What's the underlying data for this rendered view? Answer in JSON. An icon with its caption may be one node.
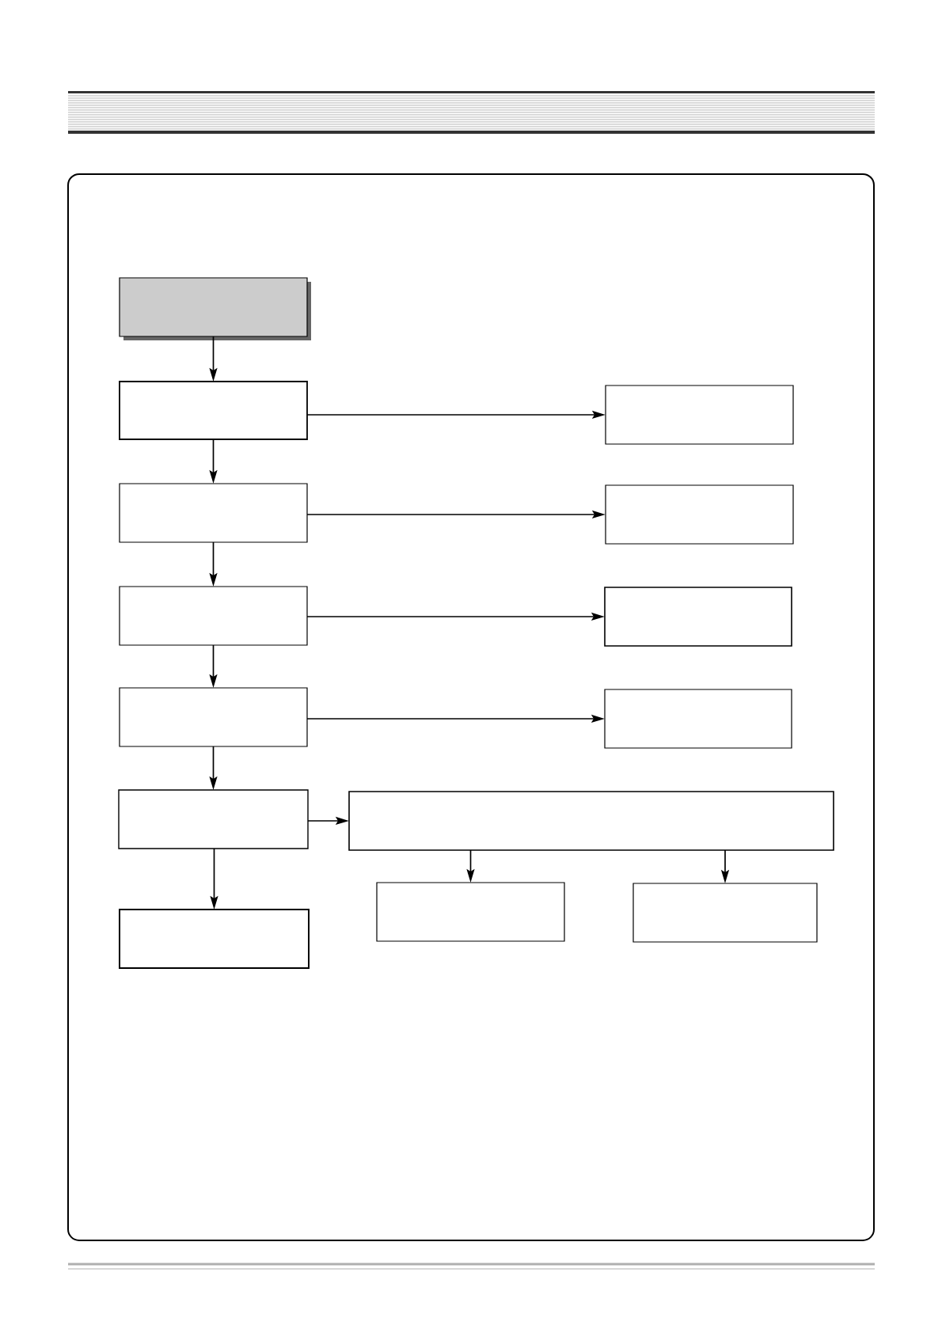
{
  "diagram": {
    "nodes": [
      {
        "text": [],
        "shape": "box"
      },
      {
        "text": [],
        "shape": "box"
      },
      {
        "text": [],
        "shape": "box"
      },
      {
        "text": [],
        "shape": "box"
      },
      {
        "text": [],
        "shape": "box"
      },
      {
        "text": [],
        "shape": "box"
      },
      {
        "text": [],
        "shape": "box"
      },
      {
        "text": [],
        "shape": "box"
      },
      {
        "text": [],
        "shape": "box"
      },
      {
        "text": [],
        "shape": "box"
      },
      {
        "text": [],
        "shape": "box"
      },
      {
        "text": [],
        "shape": "box"
      },
      {
        "text": [],
        "shape": "box"
      },
      {
        "text": [],
        "shape": "box"
      }
    ],
    "edges": [
      {
        "from": 0,
        "to": 1,
        "arrow": "to"
      },
      {
        "from": 1,
        "to": 2,
        "arrow": "to"
      },
      {
        "from": 1,
        "to": 3,
        "arrow": "to"
      },
      {
        "from": 3,
        "to": 4,
        "arrow": "to"
      },
      {
        "from": 3,
        "to": 5,
        "arrow": "to"
      },
      {
        "from": 5,
        "to": 6,
        "arrow": "to"
      },
      {
        "from": 5,
        "to": 7,
        "arrow": "to"
      },
      {
        "from": 7,
        "to": 8,
        "arrow": "to"
      },
      {
        "from": 7,
        "to": 9,
        "arrow": "to"
      },
      {
        "from": 9,
        "to": 10,
        "arrow": "to"
      },
      {
        "from": 9,
        "to": 11,
        "arrow": "to"
      },
      {
        "from": 10,
        "to": 12,
        "arrow": "to"
      },
      {
        "from": 10,
        "to": 13,
        "arrow": "to"
      }
    ]
  }
}
